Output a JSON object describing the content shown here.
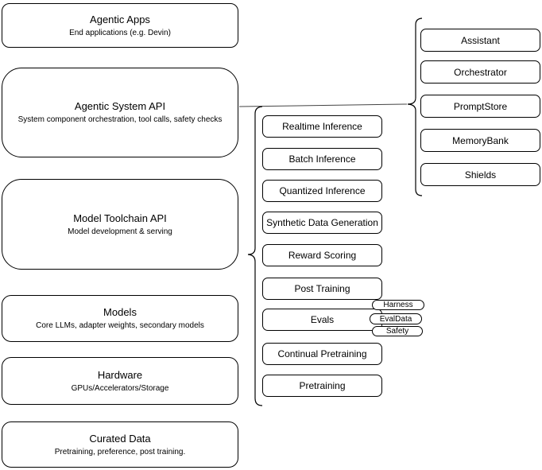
{
  "stack": [
    {
      "title": "Agentic Apps",
      "subtitle": "End applications (e.g. Devin)"
    },
    {
      "title": "Agentic System API",
      "subtitle": "System component orchestration, tool calls, safety checks"
    },
    {
      "title": "Model Toolchain API",
      "subtitle": "Model development & serving"
    },
    {
      "title": "Models",
      "subtitle": "Core LLMs, adapter weights, secondary models"
    },
    {
      "title": "Hardware",
      "subtitle": "GPUs/Accelerators/Storage"
    },
    {
      "title": "Curated Data",
      "subtitle": "Pretraining, preference, post training."
    }
  ],
  "toolchain_items": [
    "Realtime Inference",
    "Batch Inference",
    "Quantized Inference",
    "Synthetic Data Generation",
    "Reward Scoring",
    "Post Training",
    "Evals",
    "Continual Pretraining",
    "Pretraining"
  ],
  "evals_tags": [
    "Harness",
    "EvalData",
    "Safety"
  ],
  "system_components": [
    "Assistant",
    "Orchestrator",
    "PromptStore",
    "MemoryBank",
    "Shields"
  ],
  "colors": {
    "stroke": "#000000",
    "background": "#ffffff",
    "text": "#000000"
  }
}
